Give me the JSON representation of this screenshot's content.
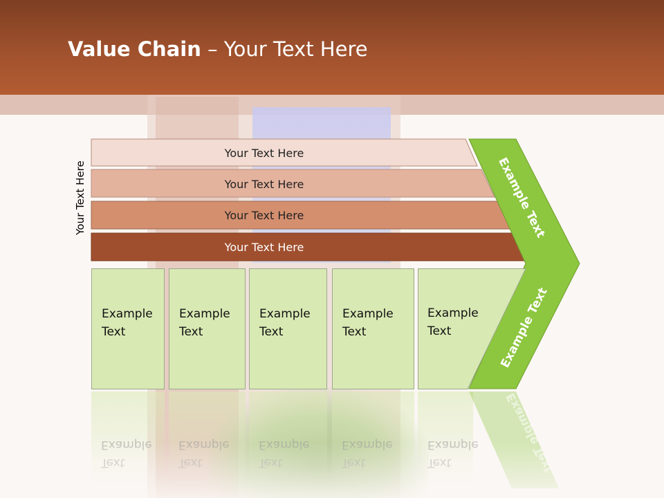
{
  "title": {
    "bold": "Value Chain",
    "rest": " – Your Text Here"
  },
  "vertical_label": "Your Text Here",
  "rows": [
    {
      "label": "Your Text Here",
      "color": "#f2dcd3",
      "text_color": "#222222"
    },
    {
      "label": "Your Text Here",
      "color": "#e4b39e",
      "text_color": "#222222"
    },
    {
      "label": "Your Text Here",
      "color": "#d48f6f",
      "text_color": "#222222"
    },
    {
      "label": "Your Text Here",
      "color": "#a04f2e",
      "text_color": "#ffffff"
    }
  ],
  "columns": [
    {
      "line1": "Example",
      "line2": "Text"
    },
    {
      "line1": "Example",
      "line2": "Text"
    },
    {
      "line1": "Example",
      "line2": "Text"
    },
    {
      "line1": "Example",
      "line2": "Text"
    },
    {
      "line1": "Example",
      "line2": "Text"
    }
  ],
  "chevron": {
    "upper_label": "Example Text",
    "lower_label": "Example Text",
    "color": "#8dc63f"
  },
  "colors": {
    "header": "#a0512d",
    "column_fill": "#d9e9b4"
  }
}
